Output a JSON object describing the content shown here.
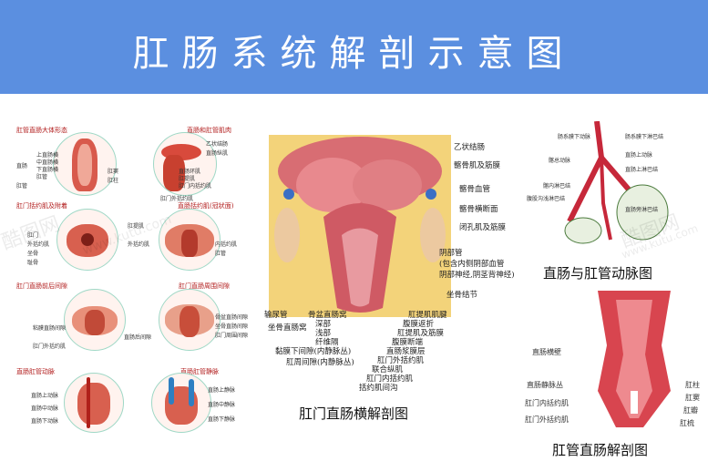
{
  "header": {
    "title": "肛肠系统解剖示意图",
    "bg": "#5b8fe0"
  },
  "left": {
    "cells": [
      {
        "heading": "肛管直肠大体形态",
        "labels": [
          "上直肠横",
          "中直肠横",
          "下直肠横",
          "肛管",
          "肛窦",
          "肛柱"
        ],
        "side_labels": [
          "直肠",
          "肛管"
        ]
      },
      {
        "heading": "直肠和肛管肌肉",
        "labels": [
          "乙状结肠",
          "直肠纵肌",
          "直肠环肌",
          "肛提肌",
          "肛门内括约肌",
          "肛门外括约肌"
        ]
      },
      {
        "heading": "肛门括约肌及附着",
        "labels": [
          "肛门",
          "外括约肌",
          "坐骨",
          "耻骨"
        ]
      },
      {
        "heading": "直肠括约肌(冠状面)",
        "labels": [
          "肛提肌",
          "外括约肌",
          "内括约肌",
          "肛管"
        ]
      },
      {
        "heading": "肛门直肠前后间隙",
        "labels": [
          "粘膜直肠间隙",
          "直肠后间隙",
          "肛门外括约肌"
        ]
      },
      {
        "heading": "肛门直肠周围间隙",
        "labels": [
          "骨盆直肠间隙",
          "坐骨直肠间隙",
          "肛门周围间隙"
        ]
      },
      {
        "heading": "直肠肛管动脉",
        "labels": [
          "直肠上动脉",
          "直肠中动脉",
          "直肠下动脉"
        ]
      },
      {
        "heading": "直肠肛管静脉",
        "labels": [
          "直肠上静脉",
          "直肠中静脉",
          "直肠下静脉"
        ]
      }
    ]
  },
  "center": {
    "caption": "肛门直肠横解剖图",
    "right_callouts": [
      "乙状结肠",
      "髂骨肌及筋膜",
      "髂骨血管",
      "髂骨横断面",
      "闭孔肌及筋膜",
      "阴部管",
      "(包含内侧阴部血管",
      "阴部神经,阴茎背神经)",
      "坐骨结节"
    ],
    "left_callouts": [
      "输尿管",
      "坐骨直肠窝",
      "骨盆直肠窝",
      "深部",
      "浅部",
      "纤维隔",
      "黏膜下间隙(内静脉丛)",
      "肛周间隙(内静脉丛)"
    ],
    "bottom_callouts": [
      "肛提肌肌腱",
      "腹膜返折",
      "肛提肌及筋膜",
      "腹膜断端",
      "直肠浆膜层",
      "肛门外括约肌",
      "联合纵肌",
      "肛门内括约肌",
      "括约肌间沟"
    ]
  },
  "right_top": {
    "caption": "直肠与肛管动脉图",
    "labels": [
      "肠系膜下动脉",
      "肠系膜下淋巴结",
      "直肠上动脉",
      "直肠上淋巴结",
      "髂总动脉",
      "髂内淋巴结",
      "腹股沟浅淋巴结",
      "直肠旁淋巴结"
    ]
  },
  "right_bottom": {
    "caption": "肛管直肠解剖图",
    "left_labels": [
      "直肠横壁",
      "直肠静脉丛",
      "肛门内括约肌",
      "肛门外括约肌"
    ],
    "right_labels": [
      "肛柱",
      "肛窦",
      "肛瓣",
      "肛梳"
    ]
  },
  "watermarks": [
    "酷图网",
    "www.kutu.com",
    "酷图网",
    "www.kutu.com"
  ]
}
